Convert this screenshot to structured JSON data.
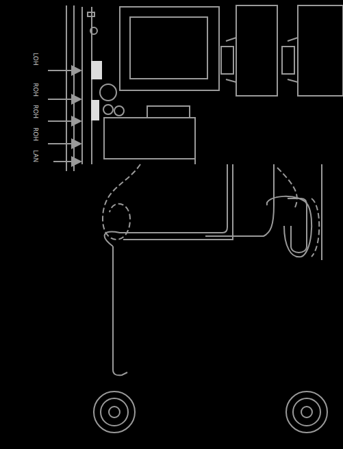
{
  "diagram": {
    "labels": [
      "LOH",
      "ROH",
      "ROH",
      "ROH",
      "LAN"
    ]
  }
}
